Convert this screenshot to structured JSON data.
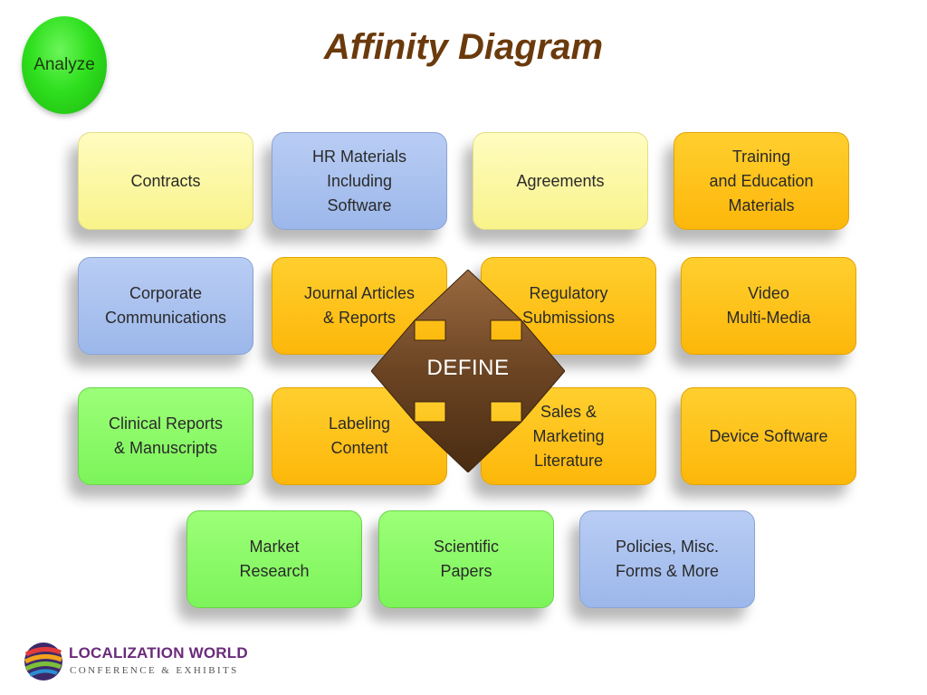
{
  "badge": {
    "label": "Analyze"
  },
  "title": "Affinity Diagram",
  "center": {
    "label": "DEFINE"
  },
  "colors": {
    "yellow": "#f8f38a",
    "blue": "#9cb7ea",
    "orange": "#fdb70a",
    "green": "#7cf45a",
    "arrow": "#6b4423",
    "title": "#6b3a0c"
  },
  "boxes": [
    {
      "label": "Contracts",
      "color": "yellow"
    },
    {
      "label": "HR Materials\nIncluding\nSoftware",
      "color": "blue"
    },
    {
      "label": "Agreements",
      "color": "yellow"
    },
    {
      "label": "Training\nand Education\nMaterials",
      "color": "orange"
    },
    {
      "label": "Corporate\nCommunications",
      "color": "blue"
    },
    {
      "label": "Journal Articles\n& Reports",
      "color": "orange"
    },
    {
      "label": "Regulatory\nSubmissions",
      "color": "orange"
    },
    {
      "label": "Video\nMulti-Media",
      "color": "orange"
    },
    {
      "label": "Clinical Reports\n& Manuscripts",
      "color": "green"
    },
    {
      "label": "Labeling\nContent",
      "color": "orange"
    },
    {
      "label": "Sales &\nMarketing\nLiterature",
      "color": "orange"
    },
    {
      "label": "Device Software",
      "color": "orange"
    },
    {
      "label": "Market\nResearch",
      "color": "green"
    },
    {
      "label": "Scientific\nPapers",
      "color": "green"
    },
    {
      "label": "Policies, Misc.\nForms & More",
      "color": "blue"
    }
  ],
  "logo": {
    "name": "LOCALIZATION WORLD",
    "tagline": "CONFERENCE & EXHIBITS"
  }
}
